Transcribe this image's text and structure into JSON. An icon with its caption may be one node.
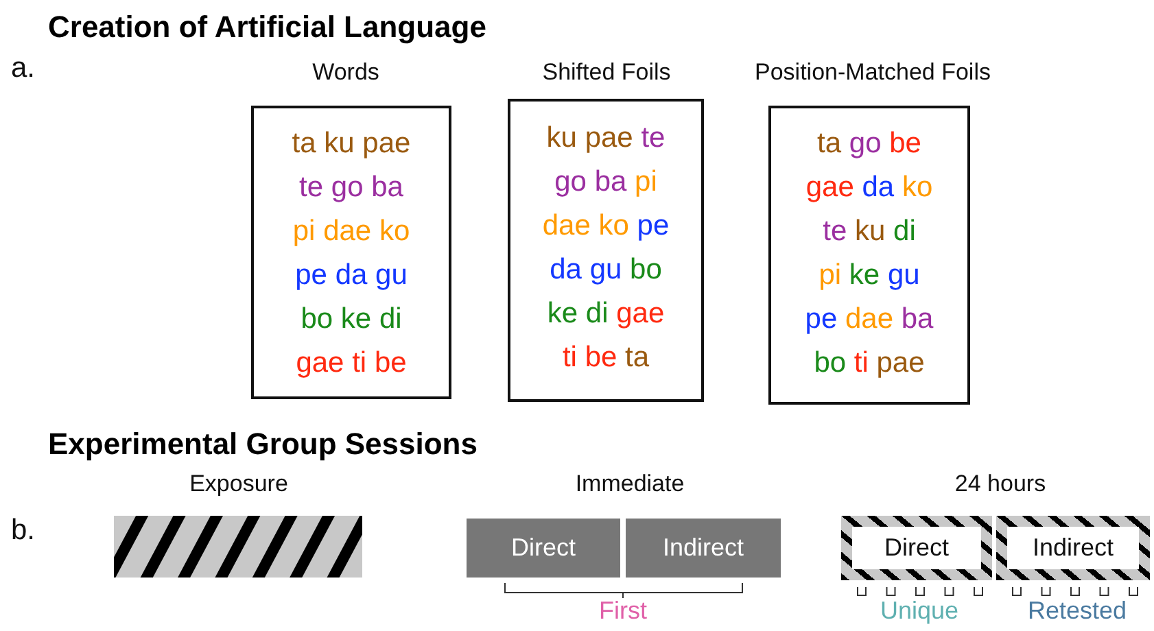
{
  "diagram": {
    "nodes": [
      {
        "text": [
          "Words",
          "ta ku pae",
          "te go ba",
          "pi dae ko",
          "pe da gu",
          "bo ke di",
          "gae ti be"
        ]
      },
      {
        "text": [
          "Shifted Foils",
          "ku pae te",
          "go ba pi",
          "dae ko pe",
          "da gu bo",
          "ke di gae",
          "ti be ta"
        ]
      },
      {
        "text": [
          "Position-Matched Foils",
          "ta go be",
          "gae da ko",
          "te ku di",
          "pi ke gu",
          "pe dae ba",
          "bo ti pae"
        ]
      },
      {
        "text": [
          "Exposure"
        ]
      },
      {
        "text": [
          "Direct"
        ]
      },
      {
        "text": [
          "Indirect"
        ]
      },
      {
        "text": [
          "Direct"
        ]
      },
      {
        "text": [
          "Indirect"
        ]
      }
    ],
    "labels": [
      "Creation of Artificial Language",
      "a.",
      "Experimental Group Sessions",
      "b.",
      "Immediate",
      "24 hours",
      "First",
      "Unique",
      "Retested"
    ]
  }
}
